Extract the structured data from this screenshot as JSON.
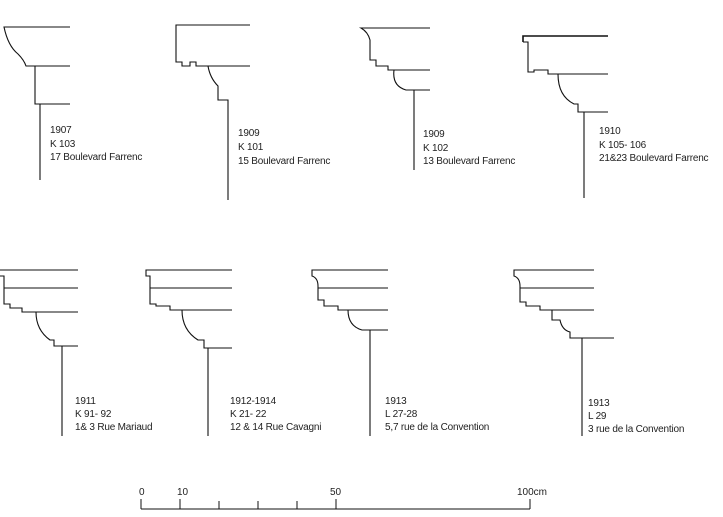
{
  "profiles": [
    {
      "year": "1907",
      "code": "K   103",
      "address": "17 Boulevard Farrenc"
    },
    {
      "year": "1909",
      "code": "K   101",
      "address": "15 Boulevard Farrenc"
    },
    {
      "year": "1909",
      "code": "K   102",
      "address": "13 Boulevard Farrenc"
    },
    {
      "year": "1910",
      "code": "K   105- 106",
      "address": "21&23 Boulevard Farrenc"
    },
    {
      "year": "1911",
      "code": "K   91- 92",
      "address": "1& 3 Rue Mariaud"
    },
    {
      "year": "1912-1914",
      "code": "K   21- 22",
      "address": "12 & 14 Rue Cavagni"
    },
    {
      "year": "1913",
      "code": "L   27-28",
      "address": "5,7  rue de la Convention"
    },
    {
      "year": "1913",
      "code": "L   29",
      "address": "3 rue de la Convention"
    }
  ],
  "scale": {
    "labels": [
      "0",
      "10",
      "50",
      "100cm"
    ]
  }
}
